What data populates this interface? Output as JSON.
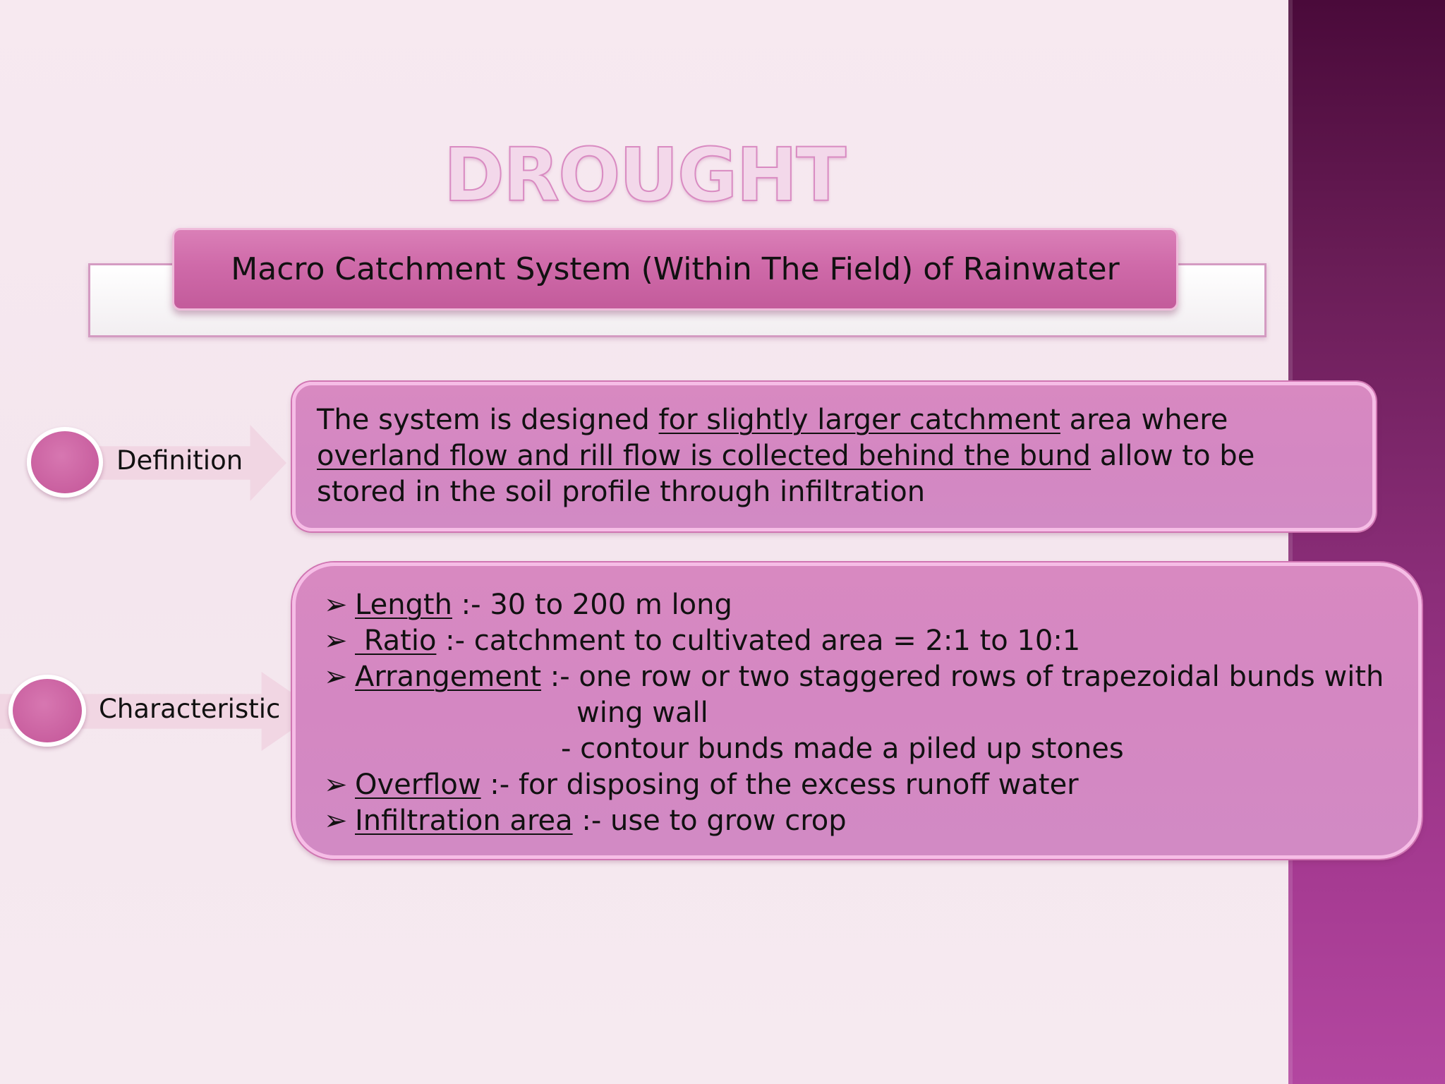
{
  "slide": {
    "title": "DROUGHT",
    "subtitle": "Macro Catchment System (Within The Field) of Rainwater"
  },
  "definition": {
    "label": "Definition",
    "text_1": "The system is designed ",
    "text_2": "for slightly larger catchment",
    "text_3": " area where ",
    "text_4": "overland flow and rill flow is collected behind the bund",
    "text_5": " allow to be stored in the soil profile through infiltration"
  },
  "characteristic": {
    "label": "Characteristic",
    "bullet_glyph": "➢",
    "items": [
      {
        "term": "Length",
        "sep": " :- ",
        "text": "30 to 200 m long"
      },
      {
        "term": " Ratio",
        "sep": " :- ",
        "text": "catchment to cultivated area = 2:1 to 10:1"
      },
      {
        "term": "Arrangement",
        "sep": " :- ",
        "text": "one row or two staggered rows of trapezoidal bunds with"
      },
      {
        "term": "Overflow",
        "sep": " :- ",
        "text": "for disposing of the excess runoff water"
      },
      {
        "term": "Infiltration area",
        "sep": " :- ",
        "text": "use to grow crop"
      }
    ],
    "arrangement_cont_1": "wing wall",
    "arrangement_cont_2": "- contour bunds made a piled up stones"
  },
  "colors": {
    "accent": "#cf6aa9",
    "side_band": "#8c2e7a",
    "box_fill": "#d889c1"
  }
}
